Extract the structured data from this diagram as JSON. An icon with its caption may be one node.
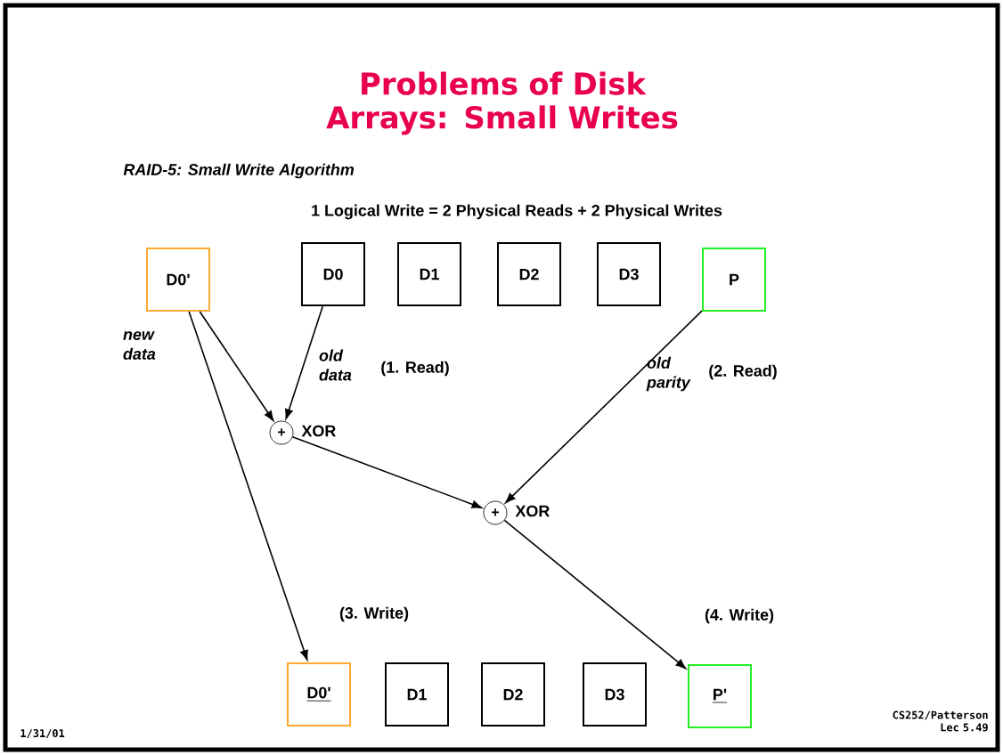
{
  "diagram": {
    "title": "Problems of Disk Arrays: Small Writes",
    "nodes": [
      {
        "text": [
          "D0'"
        ]
      },
      {
        "text": [
          "D0"
        ]
      },
      {
        "text": [
          "D1"
        ]
      },
      {
        "text": [
          "D2"
        ]
      },
      {
        "text": [
          "D3"
        ]
      },
      {
        "text": [
          "P"
        ]
      },
      {
        "text": [
          "+"
        ],
        "beside": [
          "XOR"
        ]
      },
      {
        "text": [
          "+"
        ],
        "beside": [
          "XOR"
        ]
      },
      {
        "text": [
          "D0'"
        ]
      },
      {
        "text": [
          "D1"
        ]
      },
      {
        "text": [
          "D2"
        ]
      },
      {
        "text": [
          "D3"
        ]
      },
      {
        "text": [
          "P'"
        ]
      }
    ],
    "edges": [
      {
        "from": 0,
        "to": 6,
        "arrow": "to"
      },
      {
        "from": 1,
        "to": 6,
        "arrow": "to",
        "label": "old data"
      },
      {
        "from": 6,
        "to": 7,
        "arrow": "to"
      },
      {
        "from": 5,
        "to": 7,
        "arrow": "to",
        "label": "old parity"
      },
      {
        "from": 0,
        "to": 8,
        "arrow": "to"
      },
      {
        "from": 7,
        "to": 12,
        "arrow": "to"
      }
    ],
    "labels": [
      "RAID-5: Small Write Algorithm",
      "1 Logical Write = 2 Physical Reads + 2  Physical Writes",
      "new data",
      "(1. Read)",
      "(2. Read)",
      "(3. Write)",
      "(4. Write)",
      "1/31/01",
      "CS252/Patterson Lec 5.49"
    ]
  }
}
